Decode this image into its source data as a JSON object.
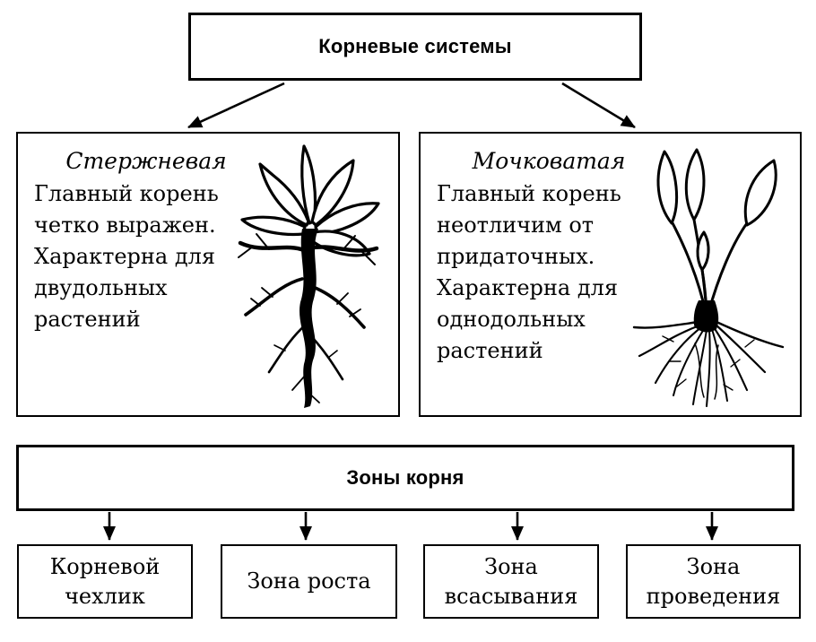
{
  "colors": {
    "ink": "#000000",
    "paper": "#ffffff"
  },
  "diagram": {
    "title": "Корневые системы",
    "root_systems": [
      {
        "name": "Стержневая",
        "description": "Главный корень\nчетко выражен.\nХарактерна для\nдвудольных\nрастений",
        "illustration": "taproot-plant-drawing"
      },
      {
        "name": "Мочковатая",
        "description": "Главный корень\nнеотличим от\nпридаточных.\nХарактерна для\nоднодольных\nрастений",
        "illustration": "fibrous-root-plant-drawing"
      }
    ],
    "zones_title": "Зоны корня",
    "zones": [
      {
        "label": "Корневой\nчехлик"
      },
      {
        "label": "Зона роста"
      },
      {
        "label": "Зона\nвсасывания"
      },
      {
        "label": "Зона\nпроведения"
      }
    ]
  }
}
